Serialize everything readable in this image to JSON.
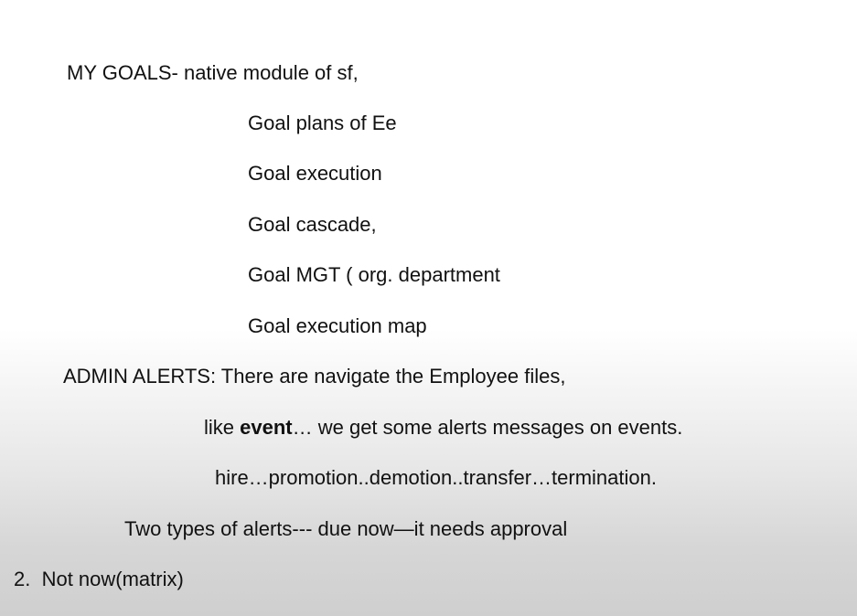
{
  "notes": {
    "my_goals_heading": "MY GOALS- native module of sf,",
    "goal_items": [
      "Goal plans of Ee",
      "Goal execution",
      "Goal cascade,",
      "Goal MGT ( org. department",
      "Goal execution map"
    ],
    "admin_alerts_heading": "ADMIN ALERTS: There are navigate the Employee files,",
    "like_prefix": "like ",
    "event_word": "event",
    "like_suffix": "… we get some alerts messages on events.",
    "event_types": "hire…promotion..demotion..transfer…termination.",
    "alert_types": "Two types of alerts--- due now—it needs approval",
    "numbered_item": "2.  Not now(matrix)"
  }
}
